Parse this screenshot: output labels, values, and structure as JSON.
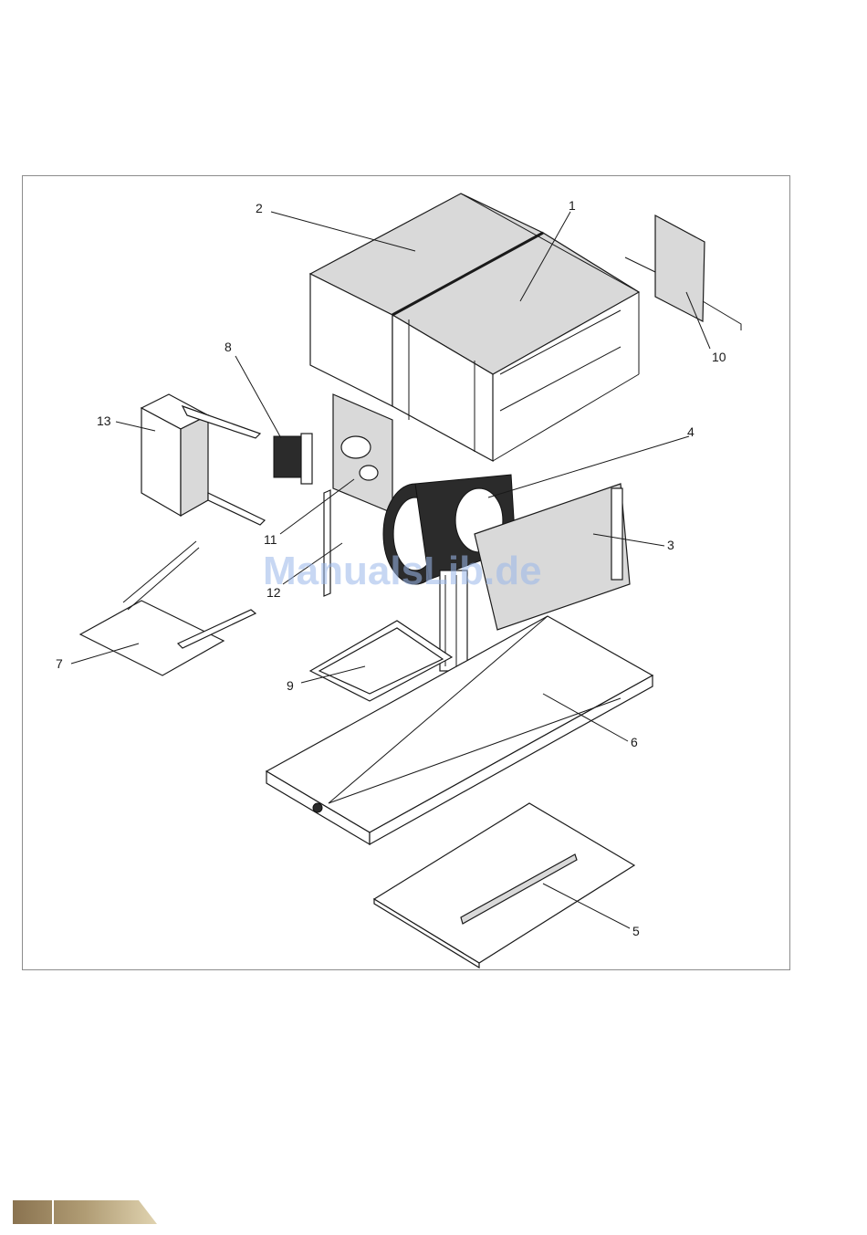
{
  "callouts": {
    "c1": "1",
    "c2": "2",
    "c3": "3",
    "c4": "4",
    "c5": "5",
    "c6": "6",
    "c7": "7",
    "c8": "8",
    "c9": "9",
    "c10": "10",
    "c11": "11",
    "c12": "12",
    "c13": "13"
  },
  "watermark": "ManualsLib.de",
  "colors": {
    "frame_border": "#8c8c8c",
    "line": "#1a1a1a",
    "panel_grey": "#d9d9d9",
    "watermark": "#9bb8ea",
    "footer_tab_gold": "#b09c74"
  }
}
